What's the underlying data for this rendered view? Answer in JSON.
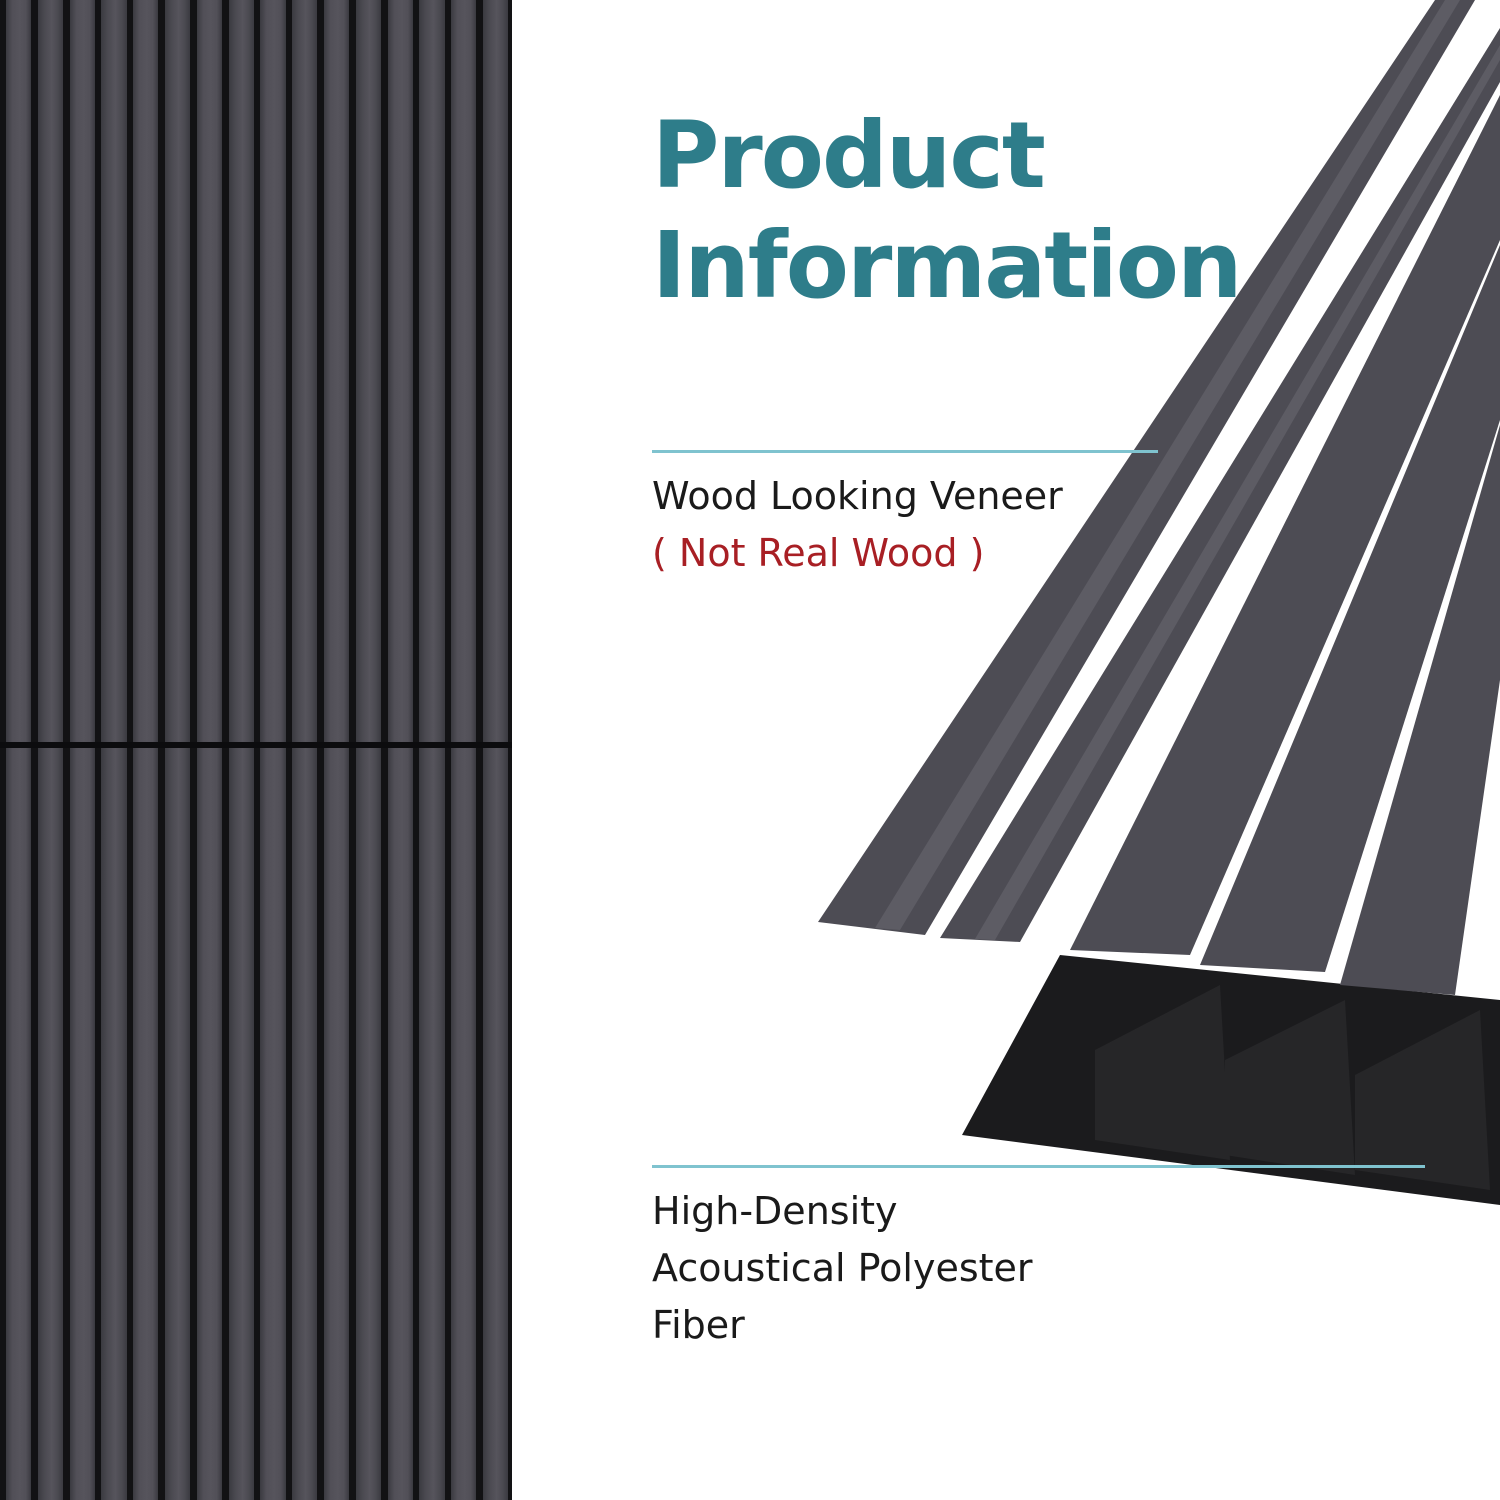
{
  "heading": {
    "line1": "Product",
    "line2": "Information"
  },
  "callouts": {
    "veneer": {
      "label": "Wood Looking Veneer",
      "note": "( Not Real Wood )"
    },
    "fiber": {
      "lines": [
        "High-Density",
        "Acoustical Polyester",
        "Fiber"
      ]
    }
  },
  "colors": {
    "heading": "#2e7d8a",
    "rule": "#7fc3cf",
    "label": "#1a1a1a",
    "note": "#a81f24",
    "veneer": "#4d4c54",
    "felt": "#1b1b1d"
  }
}
